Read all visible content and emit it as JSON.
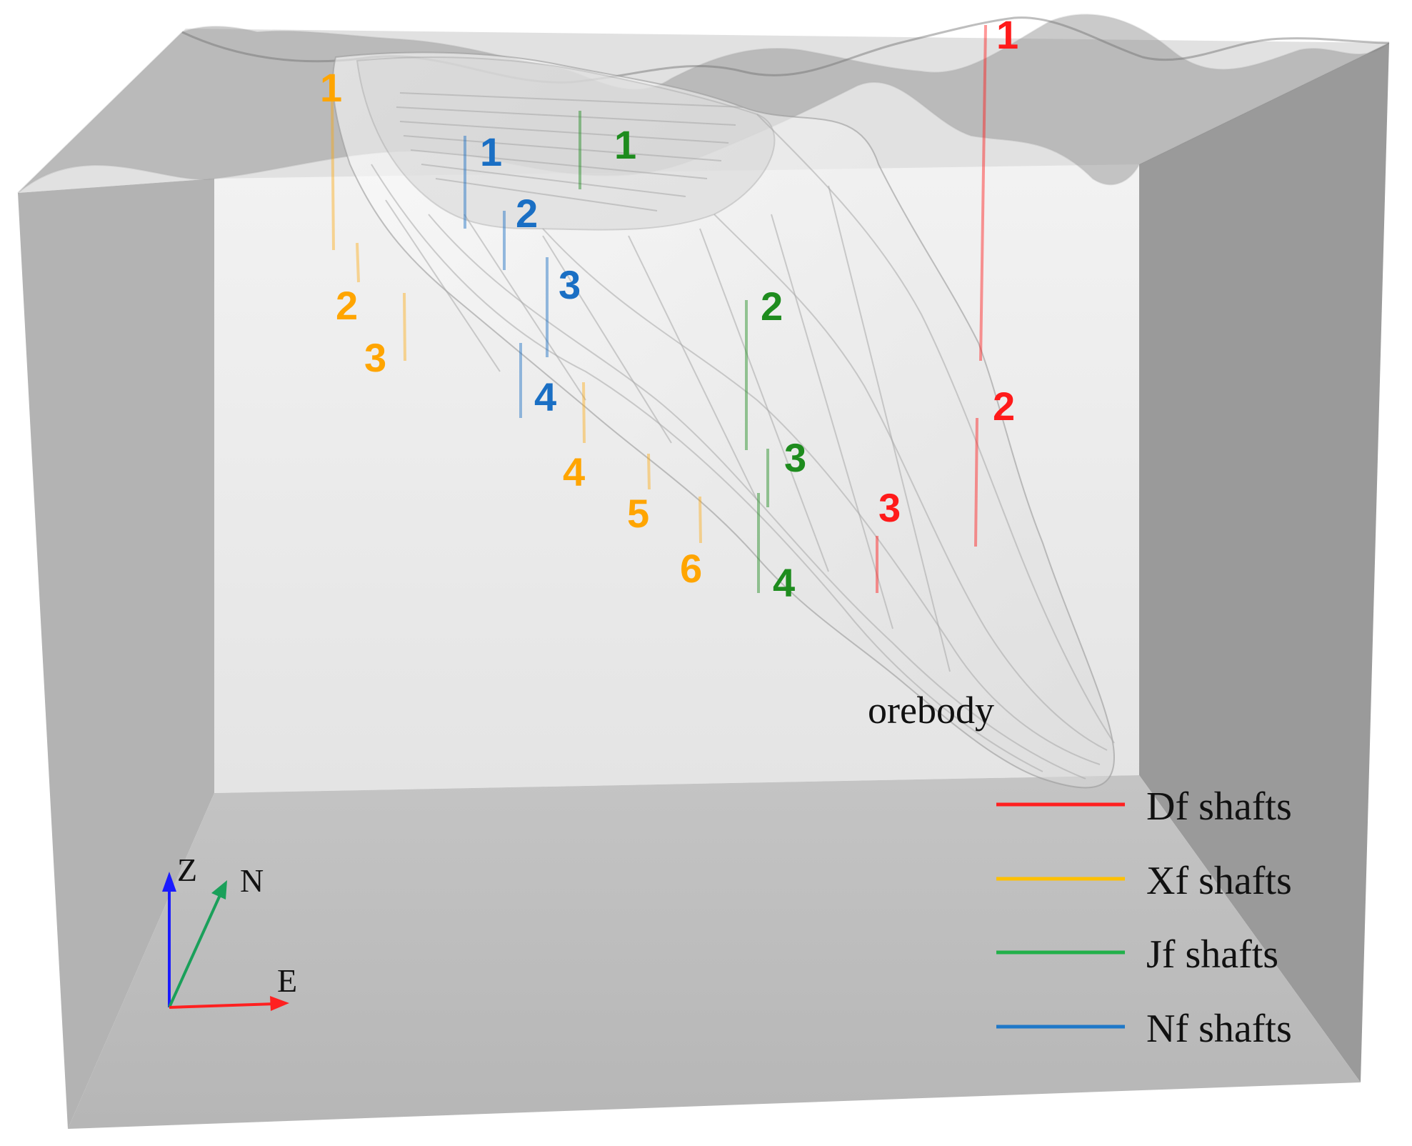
{
  "colors": {
    "df": "#ff1a1a",
    "xf": "#ffa500",
    "jf": "#1e8c1e",
    "nf": "#1a6fc4",
    "legend_df": "#ff2020",
    "legend_xf": "#ffc000",
    "legend_jf": "#22b04a",
    "legend_nf": "#1f78c8"
  },
  "orebody_label": "orebody",
  "axes": {
    "z": "Z",
    "n": "N",
    "e": "E"
  },
  "legend": {
    "df": "Df shafts",
    "xf": "Xf shafts",
    "jf": "Jf shafts",
    "nf": "Nf shafts"
  },
  "shaft_labels": {
    "df": [
      "1",
      "2",
      "3"
    ],
    "xf": [
      "1",
      "2",
      "3",
      "4",
      "5",
      "6"
    ],
    "jf": [
      "1",
      "2",
      "3",
      "4"
    ],
    "nf": [
      "1",
      "2",
      "3",
      "4"
    ]
  }
}
